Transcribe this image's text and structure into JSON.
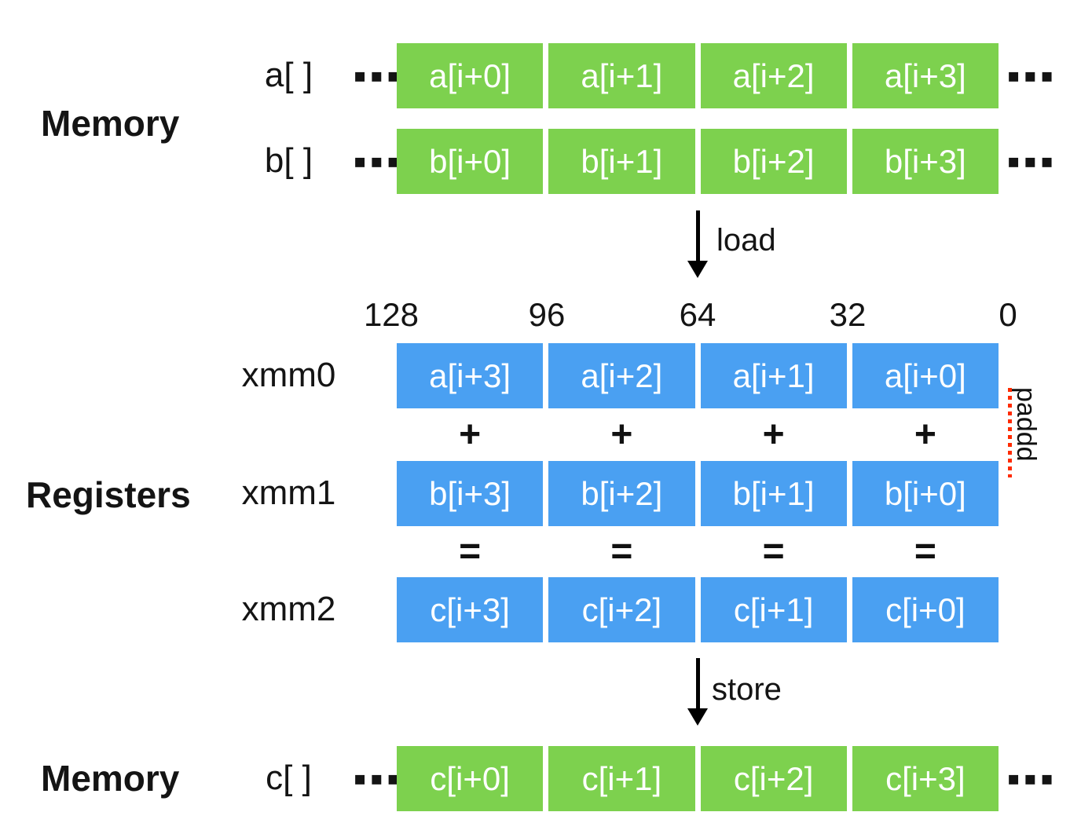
{
  "colors": {
    "memory_cell_green": "#7dd14e",
    "register_cell_blue": "#4aa0f2",
    "paddd_marker_red": "#ff2b00",
    "cell_text": "#ffffff",
    "label_text": "#141414"
  },
  "memory_top": {
    "section_label": "Memory",
    "rows": [
      {
        "label": "a[ ]",
        "left_ellipsis": "▪▪▪",
        "cells": [
          "a[i+0]",
          "a[i+1]",
          "a[i+2]",
          "a[i+3]"
        ],
        "right_ellipsis": "▪▪▪"
      },
      {
        "label": "b[ ]",
        "left_ellipsis": "▪▪▪",
        "cells": [
          "b[i+0]",
          "b[i+1]",
          "b[i+2]",
          "b[i+3]"
        ],
        "right_ellipsis": "▪▪▪"
      }
    ]
  },
  "load_arrow": {
    "label": "load"
  },
  "registers": {
    "section_label": "Registers",
    "bit_labels": [
      "128",
      "96",
      "64",
      "32",
      "0"
    ],
    "xmm0": {
      "label": "xmm0",
      "cells": [
        "a[i+3]",
        "a[i+2]",
        "a[i+1]",
        "a[i+0]"
      ]
    },
    "plus_operators": [
      "+",
      "+",
      "+",
      "+"
    ],
    "xmm1": {
      "label": "xmm1",
      "cells": [
        "b[i+3]",
        "b[i+2]",
        "b[i+1]",
        "b[i+0]"
      ]
    },
    "equals_operators": [
      "=",
      "=",
      "=",
      "="
    ],
    "xmm2": {
      "label": "xmm2",
      "cells": [
        "c[i+3]",
        "c[i+2]",
        "c[i+1]",
        "c[i+0]"
      ]
    },
    "instruction_label": "paddd"
  },
  "store_arrow": {
    "label": "store"
  },
  "memory_bottom": {
    "section_label": "Memory",
    "row": {
      "label": "c[ ]",
      "left_ellipsis": "▪▪▪",
      "cells": [
        "c[i+0]",
        "c[i+1]",
        "c[i+2]",
        "c[i+3]"
      ],
      "right_ellipsis": "▪▪▪"
    }
  }
}
